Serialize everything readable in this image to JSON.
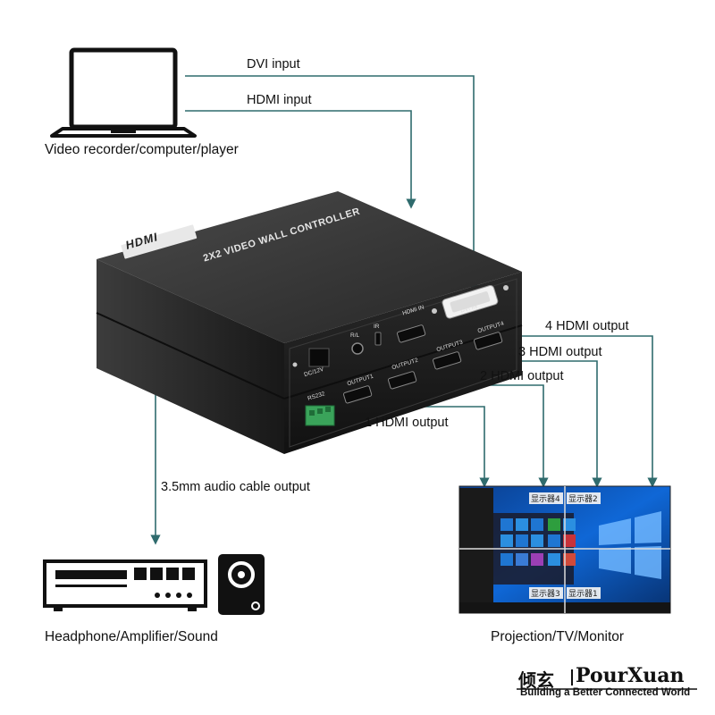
{
  "source": {
    "caption": "Video recorder/computer/player"
  },
  "audio": {
    "caption": "Headphone/Amplifier/Sound"
  },
  "display": {
    "caption": "Projection/TV/Monitor",
    "screen_tags": [
      "显示器4",
      "显示器2",
      "显示器3",
      "显示器1"
    ]
  },
  "connections": {
    "dvi_input": "DVI input",
    "hdmi_input": "HDMI input",
    "output_4": "4 HDMI output",
    "output_3": "3 HDMI output",
    "output_2": "2 HDMI output",
    "output_1": "1 HDMI output",
    "audio_out": "3.5mm audio cable output"
  },
  "device": {
    "logo": "HDMI",
    "title": "2X2 VIDEO WALL CONTROLLER",
    "ports": {
      "hdmi_in": "HDMI IN",
      "dvi_in": "DVI IN",
      "output1": "OUTPUT1",
      "output2": "OUTPUT2",
      "output3": "OUTPUT3",
      "output4": "OUTPUT4",
      "rl": "R/L",
      "ir": "IR",
      "dc": "DC/12V",
      "rs232": "RS232"
    }
  },
  "brand": {
    "cn": "倾玄",
    "en": "PourXuan",
    "tagline": "Building a Better Connected World"
  },
  "colors": {
    "line": "#2f6b6d",
    "device_top": "#3a3a3a",
    "device_front": "#1c1c1c",
    "screen_blue": "#0a5cc4"
  }
}
